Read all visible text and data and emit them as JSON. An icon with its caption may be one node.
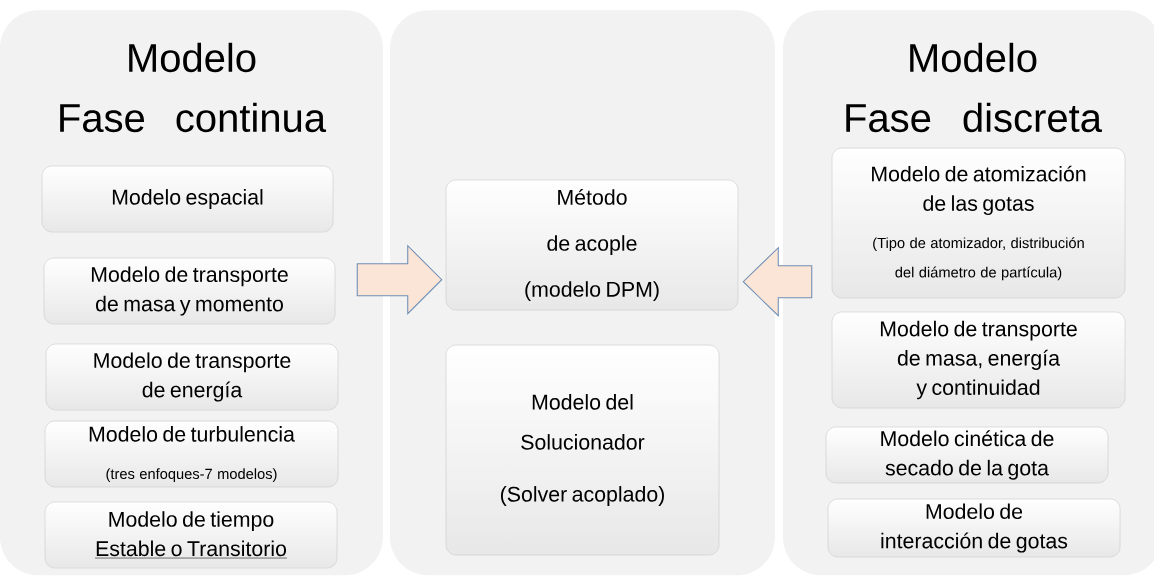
{
  "diagram": {
    "nodes": [
      {
        "text": [
          "Modelo",
          "Fase continua"
        ]
      },
      {
        "text": [
          "Modelo espacial"
        ],
        "in": 0
      },
      {
        "text": [
          "Modelo de transporte de masa y momento"
        ],
        "in": 0
      },
      {
        "text": [
          "Modelo de transporte de energía"
        ],
        "in": 0
      },
      {
        "text": [
          "Modelo de turbulencia",
          "(tres enfoques-7 modelos)"
        ],
        "in": 0
      },
      {
        "text": [
          "Modelo de tiempo",
          "Estable o Transitorio"
        ],
        "in": 0
      },
      {
        "text": [],
        "shape": "box"
      },
      {
        "text": [
          "Método de acople (modelo DPM)"
        ],
        "in": 6
      },
      {
        "text": [
          "Modelo del Solucionador",
          "(Solver acoplado)"
        ],
        "in": 6
      },
      {
        "text": [
          "Modelo",
          "Fase discreta"
        ]
      },
      {
        "text": [
          "Modelo de atomización de las gotas",
          "(Tipo de atomizador, distribución del diámetro de partícula)"
        ],
        "in": 9
      },
      {
        "text": [
          "Modelo de transporte de masa, energía y continuidad"
        ],
        "in": 9
      },
      {
        "text": [
          "Modelo cinética de secado de la gota"
        ],
        "in": 9
      },
      {
        "text": [
          "Modelo de interacción de gotas"
        ],
        "in": 9
      }
    ],
    "edges": [
      {
        "from": 0,
        "to": 7,
        "arrow": "to"
      },
      {
        "from": 9,
        "to": 7,
        "arrow": "to"
      }
    ]
  }
}
